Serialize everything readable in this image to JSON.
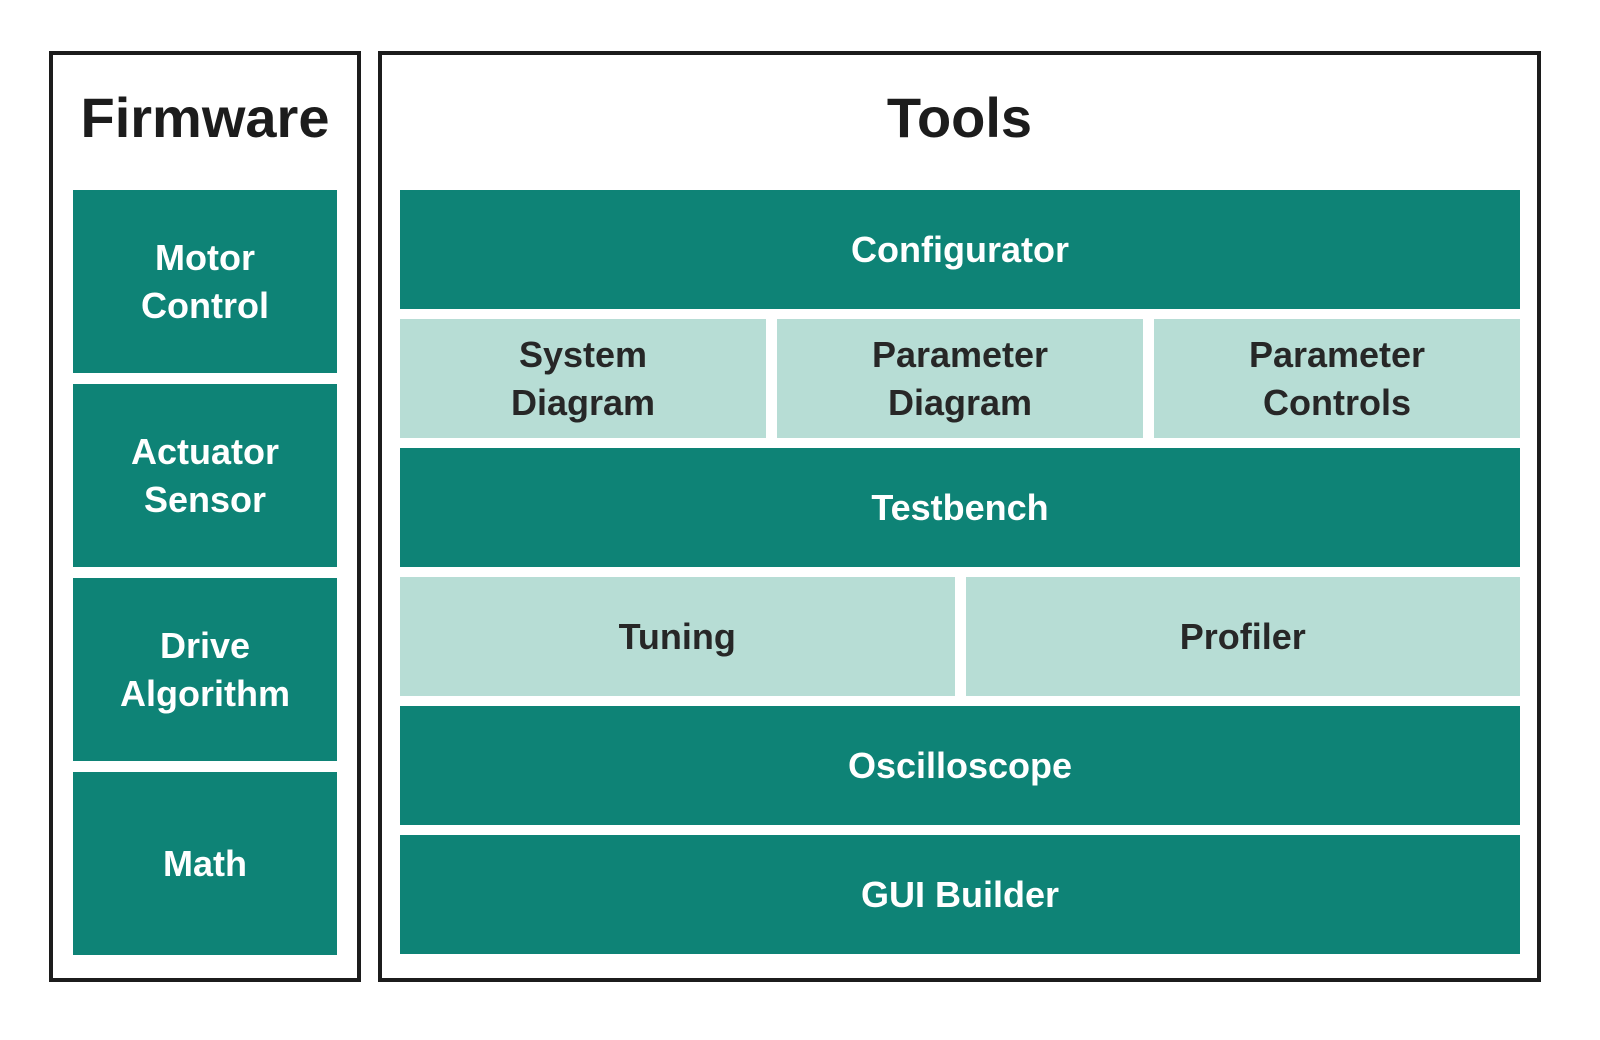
{
  "colors": {
    "dark_teal": "#0e8376",
    "light_teal": "#b7ddd5",
    "panel_border": "#1c1c1c",
    "title_text": "#1c1c1c",
    "label_on_dark": "#ffffff",
    "label_on_light": "#272727"
  },
  "firmware": {
    "title": "Firmware",
    "blocks": [
      {
        "label": "Motor\nControl"
      },
      {
        "label": "Actuator\nSensor"
      },
      {
        "label": "Drive\nAlgorithm"
      },
      {
        "label": "Math"
      }
    ]
  },
  "tools": {
    "title": "Tools",
    "blocks": {
      "configurator": "Configurator",
      "system_diagram": "System\nDiagram",
      "parameter_diagram": "Parameter\nDiagram",
      "parameter_controls": "Parameter\nControls",
      "testbench": "Testbench",
      "tuning": "Tuning",
      "profiler": "Profiler",
      "oscilloscope": "Oscilloscope",
      "gui_builder": "GUI Builder"
    }
  }
}
